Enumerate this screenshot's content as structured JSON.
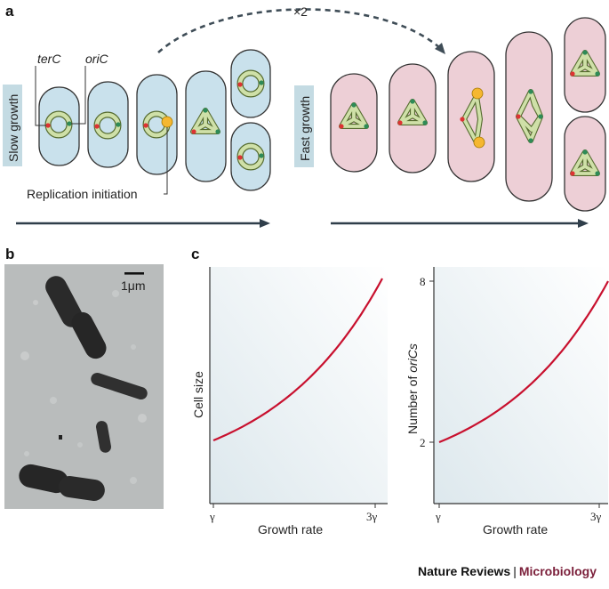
{
  "panels": {
    "a": "a",
    "b": "b",
    "c": "c"
  },
  "diagram_a": {
    "slow_growth_label": "Slow growth",
    "fast_growth_label": "Fast growth",
    "terC_label": "terC",
    "oriC_label": "oriC",
    "replication_initiation_label": "Replication initiation",
    "doubling_label": "×2"
  },
  "micrograph_b": {
    "scale_bar_label": "1μm"
  },
  "chart_data": [
    {
      "type": "line",
      "title": "",
      "xlabel": "Growth rate",
      "ylabel": "Cell size",
      "x_ticks": [
        "γ",
        "3γ"
      ],
      "y_ticks": [],
      "x": [
        1,
        3
      ],
      "curve": "exponential",
      "series": [
        {
          "color": "#c8102e"
        }
      ]
    },
    {
      "type": "line",
      "title": "",
      "xlabel": "Growth rate",
      "ylabel_prefix": "Number of ",
      "ylabel_italic": "oriCs",
      "x_ticks": [
        "γ",
        "3γ"
      ],
      "y_ticks": [
        "2",
        "8"
      ],
      "x": [
        1,
        3
      ],
      "y": [
        2,
        8
      ],
      "curve": "exponential",
      "series": [
        {
          "color": "#c8102e"
        }
      ]
    }
  ],
  "footer": {
    "brand": "Nature Reviews",
    "separator": "|",
    "journal": "Microbiology"
  },
  "colors": {
    "slow_cell": "#c9e1ec",
    "fast_cell": "#edcfd6",
    "chromosome": "#cfe0a8",
    "curve": "#c8102e",
    "origin_dot": "#f5b730",
    "label_box": "#c4dbe3"
  }
}
